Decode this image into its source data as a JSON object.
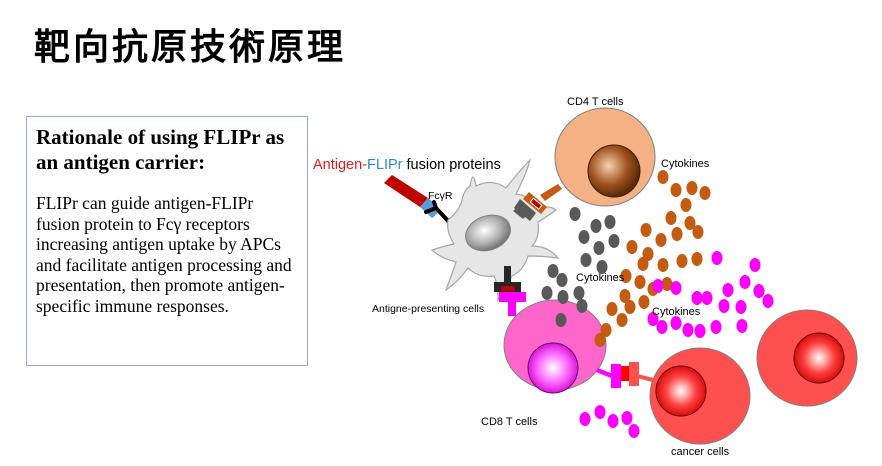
{
  "title": "靶向抗原技術原理",
  "rationale": {
    "heading": "Rationale of using FLIPr as an antigen carrier:",
    "body": "FLIPr can guide antigen-FLIPr fusion protein to Fcγ receptors increasing antigen uptake by APCs and facilitate antigen processing and presentation, then promote antigen-specific immune responses."
  },
  "diagram": {
    "fusion_label": {
      "antigen": "Antigen",
      "dash": "-",
      "flipr": "FLIPr",
      "rest": " fusion proteins"
    },
    "receptor_label": "FcγR",
    "apc_label": "Antigne-presenting cells",
    "cd4_label": "CD4 T cells",
    "cd8_label": "CD8 T cells",
    "cancer_label": "cancer cells",
    "cytokine_labels": [
      "Cytokines",
      "Cytokines",
      "Cytokines"
    ],
    "colors": {
      "antigen": "#e31a1c",
      "flipr": "#2e8bcf",
      "cd4_cell": "#f4b183",
      "cd4_cytokine": "#c55a11",
      "apc_cytokine": "#595959",
      "cd8_cell": "#ff66cc",
      "cd8_cytokine": "#ff00ff",
      "cancer_cell": "#ff5050"
    }
  }
}
